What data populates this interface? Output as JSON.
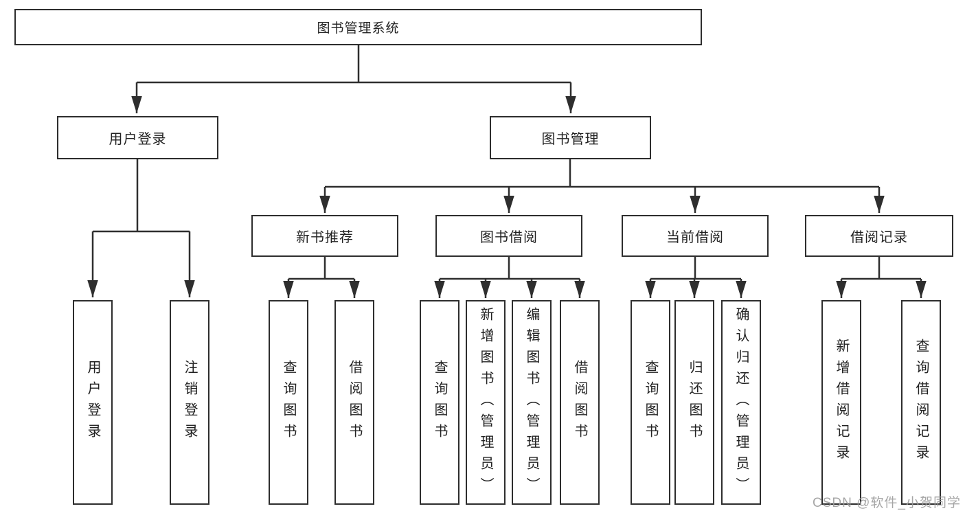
{
  "diagram": {
    "title": "图书管理系统",
    "root": {
      "label": "图书管理系统",
      "children": [
        {
          "label": "用户登录",
          "children": [
            {
              "label": "用户登录"
            },
            {
              "label": "注销登录"
            }
          ]
        },
        {
          "label": "图书管理",
          "children": [
            {
              "label": "新书推荐",
              "children": [
                {
                  "label": "查询图书"
                },
                {
                  "label": "借阅图书"
                }
              ]
            },
            {
              "label": "图书借阅",
              "children": [
                {
                  "label": "查询图书"
                },
                {
                  "label": "新增图书（管理员）"
                },
                {
                  "label": "编辑图书（管理员）"
                },
                {
                  "label": "借阅图书"
                }
              ]
            },
            {
              "label": "当前借阅",
              "children": [
                {
                  "label": "查询图书"
                },
                {
                  "label": "归还图书"
                },
                {
                  "label": "确认归还（管理员）"
                }
              ]
            },
            {
              "label": "借阅记录",
              "children": [
                {
                  "label": "新增借阅记录"
                },
                {
                  "label": "查询借阅记录"
                }
              ]
            }
          ]
        }
      ]
    }
  },
  "watermark": "CSDN @软件_小贺同学",
  "colors": {
    "line": "#2e2e2e",
    "border": "#2d2d2d",
    "text": "#222222",
    "watermark": "#9e9e9e",
    "background": "#ffffff"
  }
}
